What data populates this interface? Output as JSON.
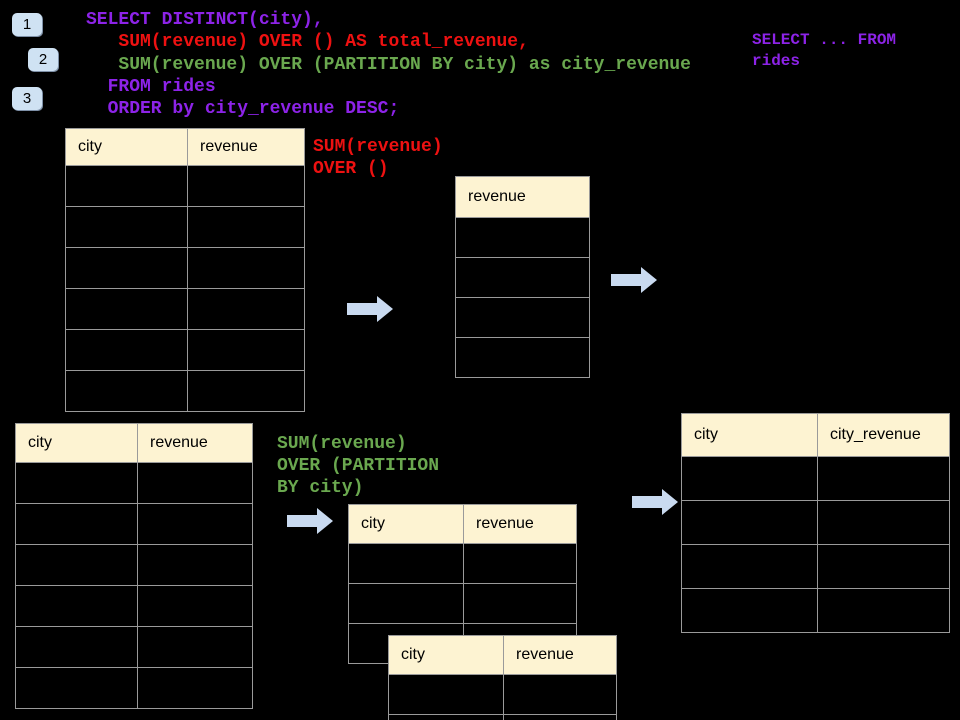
{
  "badges": [
    "1",
    "2",
    "3"
  ],
  "code": {
    "lines": [
      {
        "text": "SELECT DISTINCT(city),",
        "color": "purple"
      },
      {
        "text": "   SUM(revenue) OVER () AS total_revenue,",
        "color": "red"
      },
      {
        "text": "   SUM(revenue) OVER (PARTITION BY city) as city_revenue",
        "color": "green"
      },
      {
        "text": "  FROM rides",
        "color": "purple"
      },
      {
        "text": "  ORDER by city_revenue DESC;",
        "color": "purple"
      }
    ]
  },
  "side_note": {
    "color": "purple",
    "lines": [
      "SELECT ... FROM",
      "rides"
    ]
  },
  "annotations": {
    "total": {
      "color": "red",
      "lines": [
        "SUM(revenue)",
        "OVER ()"
      ]
    },
    "partition": {
      "color": "green",
      "lines": [
        "SUM(revenue)",
        "OVER (PARTITION",
        "BY city)"
      ]
    }
  },
  "tables": {
    "source_top": {
      "headers": [
        "city",
        "revenue"
      ],
      "rows": 6
    },
    "total_revenue": {
      "headers": [
        "revenue"
      ],
      "rows": 4
    },
    "source_bottom": {
      "headers": [
        "city",
        "revenue"
      ],
      "rows": 6
    },
    "partition_mid": {
      "headers": [
        "city",
        "revenue"
      ],
      "rows": 3
    },
    "partition_overlay": {
      "headers": [
        "city",
        "revenue"
      ],
      "rows": 2
    },
    "city_revenue": {
      "headers": [
        "city",
        "city_revenue"
      ],
      "rows": 4
    }
  },
  "colors": {
    "purple": "#8d23e8",
    "red": "#ee1111",
    "green": "#6aa84f",
    "header_bg": "#fdf3d2",
    "badge_bg": "#cfe2f3",
    "arrow": "#c9daf0",
    "border": "#9a9a9a"
  }
}
